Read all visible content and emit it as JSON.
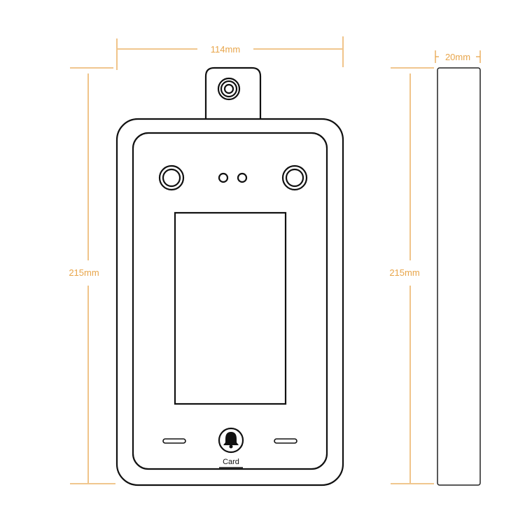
{
  "dimensions": {
    "width": "114mm",
    "height_front": "215mm",
    "height_side": "215mm",
    "depth": "20mm"
  },
  "device": {
    "card_label": "Card",
    "bell_icon": "bell-icon"
  },
  "colors": {
    "dimension": "#e8a54a",
    "outline": "#111111"
  }
}
